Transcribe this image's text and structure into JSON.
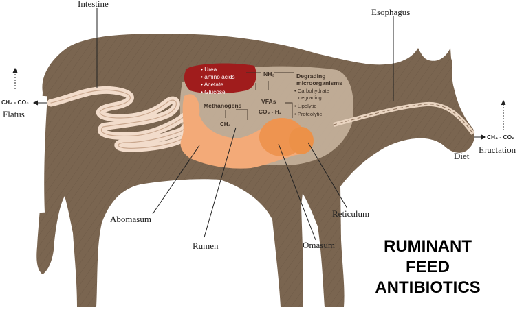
{
  "labels": {
    "intestine": "Intestine",
    "esophagus": "Esophagus",
    "flatus": "Flatus",
    "eructation": "Eructation",
    "diet": "Diet",
    "abomasum": "Abomasum",
    "rumen": "Rumen",
    "omasum": "Omasum",
    "reticulum": "Reticulum"
  },
  "gas_left": "CH₄ - CO₂",
  "gas_right": "CH₄ - CO₂",
  "metabolites": [
    "Urea",
    "amino acids",
    "Acetate",
    "Glucose"
  ],
  "nh3": "NH₃",
  "degrading_title_1": "Degrading",
  "degrading_title_2": "microorganisms",
  "degrading_items": [
    "Carbohydrate",
    "degrading",
    "Lipolytic",
    "Proteolytic"
  ],
  "methanogens": "Methanogens",
  "ch4": "CH₄",
  "vfas": "VFAs",
  "co2_h2": "CO₂ - H₂",
  "title_lines": [
    "RUMINANT",
    "FEED",
    "ANTIBIOTICS"
  ],
  "colors": {
    "cow_body": "#7a6550",
    "organ_light": "#c4b19b",
    "liver": "#a01c1c",
    "stomach": "#f3aa78",
    "omasum": "#ee9450",
    "intestine": "#f2dccb"
  }
}
